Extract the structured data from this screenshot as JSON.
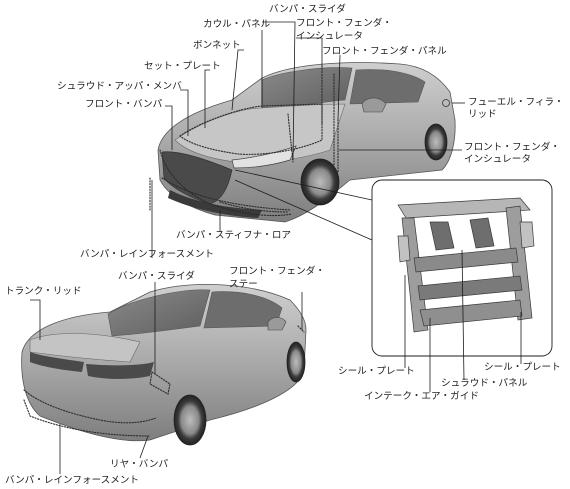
{
  "front_view_labels": {
    "bumper_slider": "バンパ・スライダ",
    "cowl_panel": "カウル・パネル",
    "front_fender_insulator_top_line1": "フロント・フェンダ・",
    "front_fender_insulator_top_line2": "インシュレータ",
    "bonnet": "ボンネット",
    "front_fender_panel": "フロント・フェンダ・パネル",
    "set_plate": "セット・プレート",
    "shroud_upper_member": "シュラウド・アッパ・メンバ",
    "front_bumper": "フロント・バンパ",
    "fuel_filler_lid_line1": "フューエル・フィラ・",
    "fuel_filler_lid_line2": "リッド",
    "front_fender_insulator_right_line1": "フロント・フェンダ・",
    "front_fender_insulator_right_line2": "インシュレータ",
    "bumper_stiffener_lower": "バンパ・スティフナ・ロア",
    "bumper_reinforcement_front": "バンパ・レインフォースメント"
  },
  "rear_view_labels": {
    "bumper_slider": "バンパ・スライダ",
    "front_fender_stay_line1": "フロント・フェンダ・",
    "front_fender_stay_line2": "ステー",
    "trunk_lid": "トランク・リッド",
    "rear_bumper": "リヤ・バンパ",
    "bumper_reinforcement_rear": "バンパ・レインフォースメント"
  },
  "detail_view_labels": {
    "seal_plate_left": "シール・プレート",
    "seal_plate_right": "シール・プレート",
    "shroud_panel": "シュラウド・パネル",
    "intake_air_guide": "インテーク・エア・ガイド"
  }
}
